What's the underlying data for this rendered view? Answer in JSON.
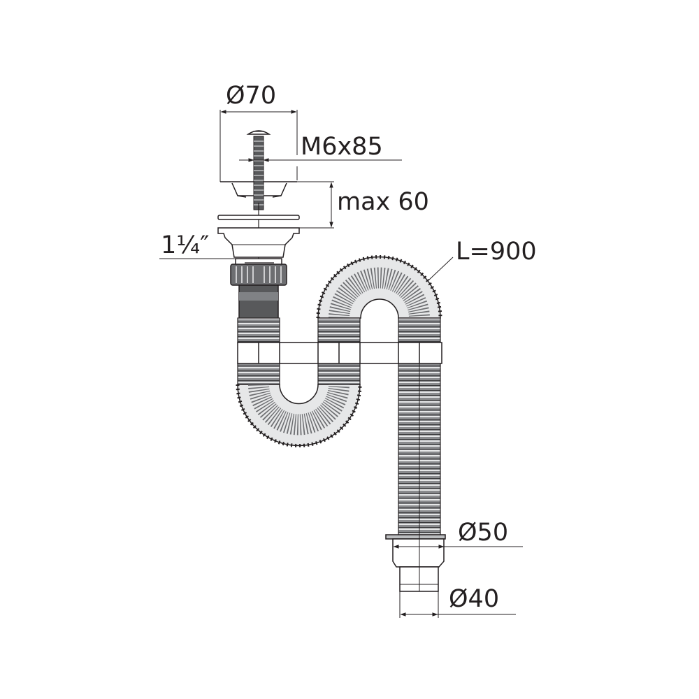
{
  "diagram": {
    "subject": "S-trap flexible sink siphon with basket strainer waste",
    "colors": {
      "line": "#231f20",
      "corrugation_dark": "#6d6e71",
      "corrugation_light": "#bcbec0",
      "background": "#ffffff"
    },
    "labels": {
      "strainer_diameter": "Ø70",
      "screw": "M6x85",
      "max_thickness": "max 60",
      "thread": "1¼″",
      "hose_length": "L=900",
      "outlet_outer": "Ø50",
      "outlet_inner": "Ø40"
    },
    "components": [
      {
        "name": "strainer basket",
        "dimension": "Ø70"
      },
      {
        "name": "center screw",
        "dimension": "M6x85"
      },
      {
        "name": "sink plate clamp range",
        "dimension": "max 60"
      },
      {
        "name": "waste thread",
        "dimension": "1¼″"
      },
      {
        "name": "flexible corrugated hose",
        "dimension": "L=900"
      },
      {
        "name": "outlet adapter",
        "dimension": "Ø50"
      },
      {
        "name": "outlet pipe",
        "dimension": "Ø40"
      }
    ]
  }
}
